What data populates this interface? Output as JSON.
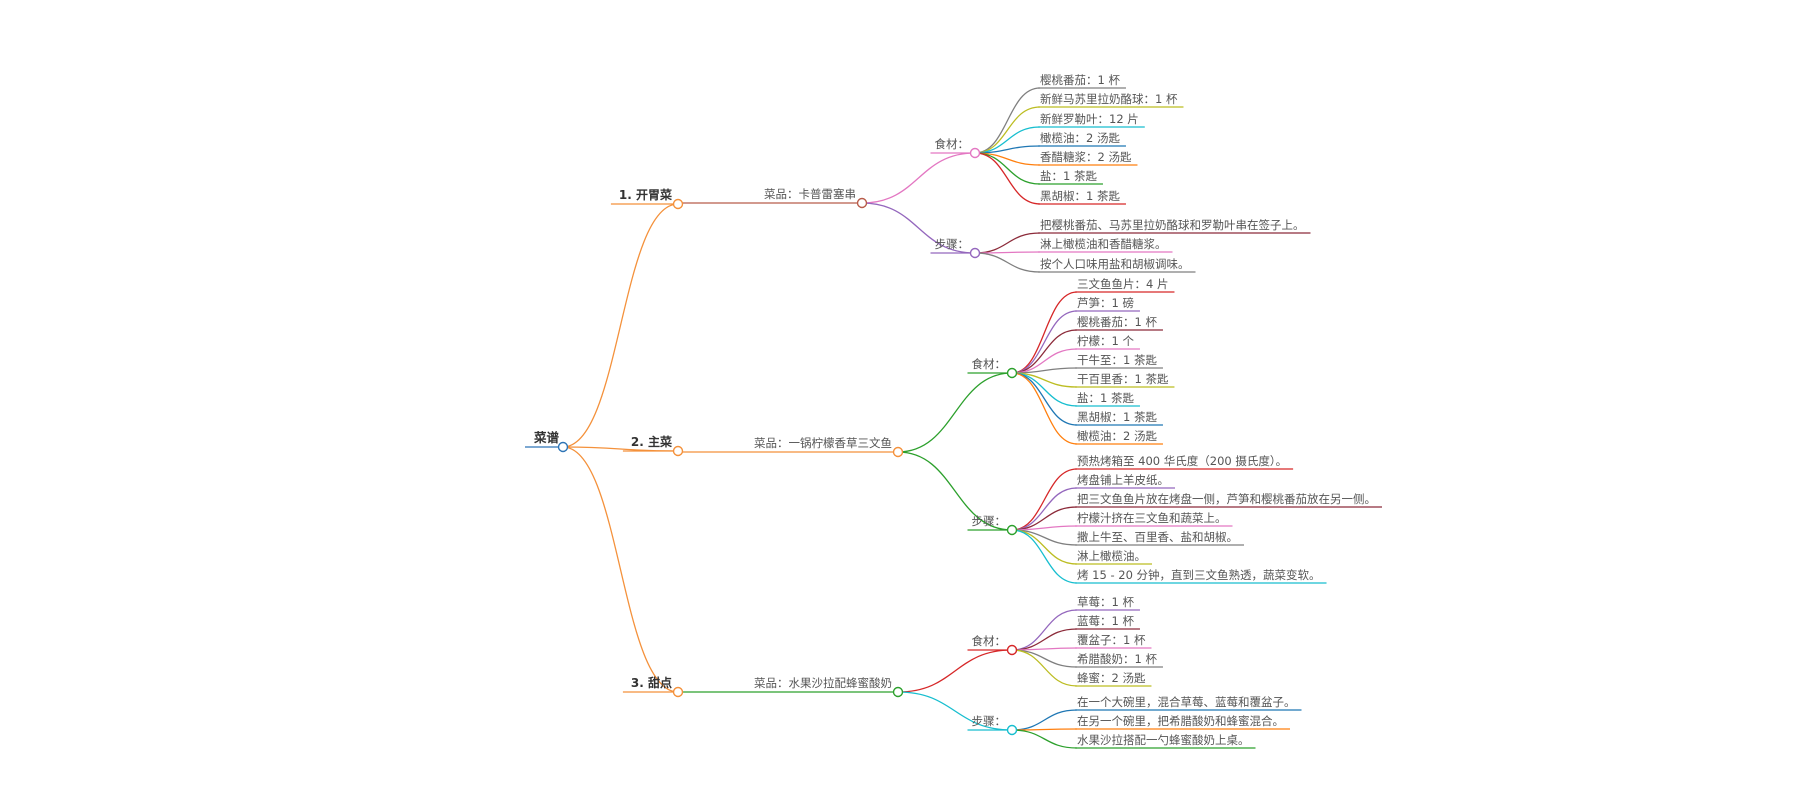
{
  "colors": {
    "root": "#2e75b6",
    "bg": "#ffffff"
  },
  "root": "菜谱",
  "courses": [
    {
      "title": "1. 开胃菜",
      "color": "#f4913b",
      "dish_color": "#b85c4a",
      "dish": "菜品：卡普雷塞串",
      "ingredients": {
        "label": "食材：",
        "color": "#e377c2",
        "items": [
          {
            "text": "樱桃番茄：1 杯",
            "color": "#7f7f7f"
          },
          {
            "text": "新鲜马苏里拉奶酪球：1 杯",
            "color": "#bcbd22"
          },
          {
            "text": "新鲜罗勒叶：12 片",
            "color": "#17becf"
          },
          {
            "text": "橄榄油：2 汤匙",
            "color": "#1f77b4"
          },
          {
            "text": "香醋糖浆：2 汤匙",
            "color": "#ff7f0e"
          },
          {
            "text": "盐：1 茶匙",
            "color": "#2ca02c"
          },
          {
            "text": "黑胡椒：1 茶匙",
            "color": "#d62728"
          }
        ]
      },
      "steps": {
        "label": "步骤：",
        "color": "#9467bd",
        "items": [
          {
            "text": "把樱桃番茄、马苏里拉奶酪球和罗勒叶串在签子上。",
            "color": "#8c2b3a"
          },
          {
            "text": "淋上橄榄油和香醋糖浆。",
            "color": "#e377c2"
          },
          {
            "text": "按个人口味用盐和胡椒调味。",
            "color": "#7f7f7f"
          }
        ]
      }
    },
    {
      "title": "2. 主菜",
      "color": "#f4913b",
      "dish_color": "#f4913b",
      "dish": "菜品：一锅柠檬香草三文鱼",
      "ingredients": {
        "label": "食材：",
        "color": "#2ca02c",
        "items": [
          {
            "text": "三文鱼鱼片：4 片",
            "color": "#d62728"
          },
          {
            "text": "芦笋：1 磅",
            "color": "#9467bd"
          },
          {
            "text": "樱桃番茄：1 杯",
            "color": "#8c2b3a"
          },
          {
            "text": "柠檬：1 个",
            "color": "#e377c2"
          },
          {
            "text": "干牛至：1 茶匙",
            "color": "#7f7f7f"
          },
          {
            "text": "干百里香：1 茶匙",
            "color": "#bcbd22"
          },
          {
            "text": "盐：1 茶匙",
            "color": "#17becf"
          },
          {
            "text": "黑胡椒：1 茶匙",
            "color": "#1f77b4"
          },
          {
            "text": "橄榄油：2 汤匙",
            "color": "#ff7f0e"
          }
        ]
      },
      "steps": {
        "label": "步骤：",
        "color": "#2ca02c",
        "items": [
          {
            "text": "预热烤箱至 400 华氏度（200 摄氏度）。",
            "color": "#d62728"
          },
          {
            "text": "烤盘铺上羊皮纸。",
            "color": "#9467bd"
          },
          {
            "text": "把三文鱼鱼片放在烤盘一侧，芦笋和樱桃番茄放在另一侧。",
            "color": "#8c2b3a"
          },
          {
            "text": "柠檬汁挤在三文鱼和蔬菜上。",
            "color": "#e377c2"
          },
          {
            "text": "撒上牛至、百里香、盐和胡椒。",
            "color": "#7f7f7f"
          },
          {
            "text": "淋上橄榄油。",
            "color": "#bcbd22"
          },
          {
            "text": "烤 15 - 20 分钟，直到三文鱼熟透，蔬菜变软。",
            "color": "#17becf"
          }
        ]
      }
    },
    {
      "title": "3. 甜点",
      "color": "#f4913b",
      "dish_color": "#2ca02c",
      "dish": "菜品：水果沙拉配蜂蜜酸奶",
      "ingredients": {
        "label": "食材：",
        "color": "#d62728",
        "items": [
          {
            "text": "草莓：1 杯",
            "color": "#9467bd"
          },
          {
            "text": "蓝莓：1 杯",
            "color": "#8c2b3a"
          },
          {
            "text": "覆盆子：1 杯",
            "color": "#e377c2"
          },
          {
            "text": "希腊酸奶：1 杯",
            "color": "#7f7f7f"
          },
          {
            "text": "蜂蜜：2 汤匙",
            "color": "#bcbd22"
          }
        ]
      },
      "steps": {
        "label": "步骤：",
        "color": "#17becf",
        "items": [
          {
            "text": "在一个大碗里，混合草莓、蓝莓和覆盆子。",
            "color": "#1f77b4"
          },
          {
            "text": "在另一个碗里，把希腊酸奶和蜂蜜混合。",
            "color": "#ff7f0e"
          },
          {
            "text": "水果沙拉搭配一勺蜂蜜酸奶上桌。",
            "color": "#2ca02c"
          }
        ]
      }
    }
  ]
}
